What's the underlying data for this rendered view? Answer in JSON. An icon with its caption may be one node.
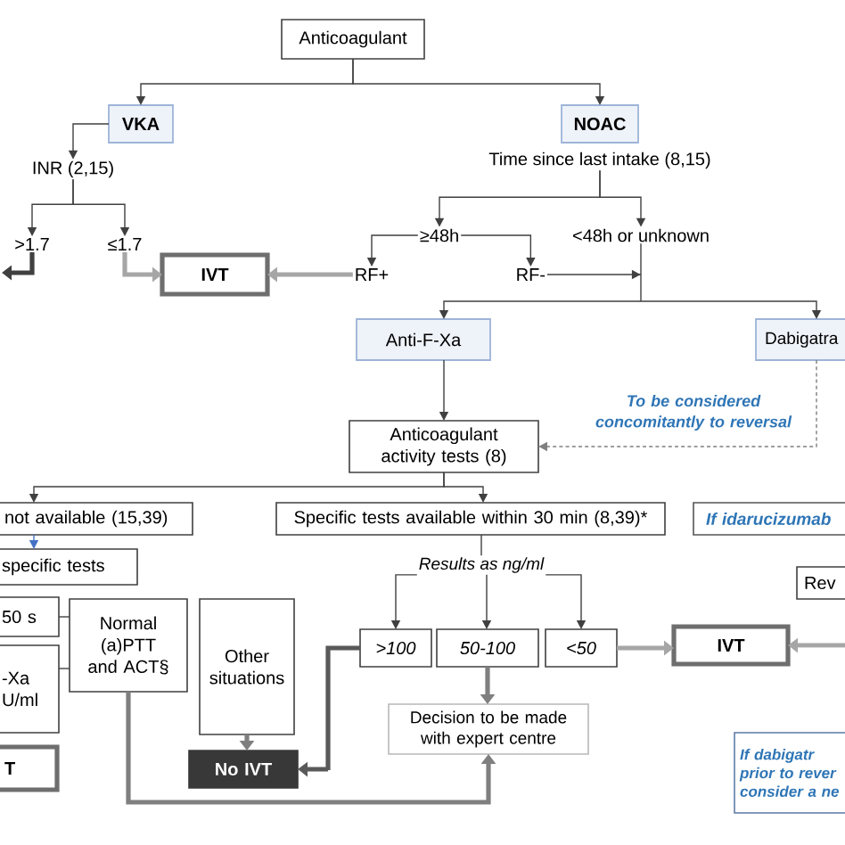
{
  "diagram": {
    "nodes": [
      {
        "text": [
          "Anticoagulant"
        ]
      },
      {
        "text": [
          "VKA"
        ]
      },
      {
        "text": [
          "NOAC"
        ]
      },
      {
        "text": [
          "INR (2,15)"
        ]
      },
      {
        "text": [
          "Time since last intake (8,15)"
        ]
      },
      {
        "text": [
          ">1.7"
        ]
      },
      {
        "text": [
          "≤1.7"
        ]
      },
      {
        "text": [
          "IVT"
        ]
      },
      {
        "text": [
          "≥48h"
        ]
      },
      {
        "text": [
          "<48h or unknown"
        ]
      },
      {
        "text": [
          "RF+"
        ]
      },
      {
        "text": [
          "RF-"
        ]
      },
      {
        "text": [
          "Anti-F-Xa"
        ]
      },
      {
        "text": [
          "Dabigatra"
        ]
      },
      {
        "text": [
          "Anticoagulant activity tests (8)"
        ]
      },
      {
        "text": [
          "not available (15,39)"
        ]
      },
      {
        "text": [
          "Specific tests available within 30 min (8,39)*"
        ]
      },
      {
        "text": [
          "If idarucizumab"
        ]
      },
      {
        "text": [
          "specific tests"
        ]
      },
      {
        "text": [
          "Results as ng/ml"
        ]
      },
      {
        "text": [
          "Rev"
        ]
      },
      {
        "text": [
          "50 s"
        ]
      },
      {
        "text": [
          "-Xa U/ml"
        ]
      },
      {
        "text": [
          "Normal (a)PTT and ACT§"
        ]
      },
      {
        "text": [
          "Other situations"
        ]
      },
      {
        "text": [
          ">100"
        ]
      },
      {
        "text": [
          "50-100"
        ]
      },
      {
        "text": [
          "<50"
        ]
      },
      {
        "text": [
          "IVT"
        ]
      },
      {
        "text": [
          "Decision to be made with expert centre"
        ]
      },
      {
        "text": [
          "If dabigatr prior to rever consider a ne"
        ]
      },
      {
        "text": [
          "T"
        ]
      },
      {
        "text": [
          "No IVT"
        ]
      }
    ],
    "edges": [
      {
        "from": 0,
        "to": 1,
        "arrow": "to"
      },
      {
        "from": 0,
        "to": 2,
        "arrow": "to"
      },
      {
        "from": 1,
        "to": 3,
        "arrow": "to"
      },
      {
        "from": 3,
        "to": 5,
        "arrow": "to"
      },
      {
        "from": 3,
        "to": 6,
        "arrow": "to"
      },
      {
        "from": 5,
        "to": null,
        "arrow": "to",
        "style": "thick",
        "color": "#404040"
      },
      {
        "from": 6,
        "to": 7,
        "arrow": "to",
        "style": "thick",
        "color": "#a6a6a6"
      },
      {
        "from": 4,
        "to": 8,
        "arrow": "to"
      },
      {
        "from": 4,
        "to": 9,
        "arrow": "to"
      },
      {
        "from": 8,
        "to": 10,
        "arrow": "to"
      },
      {
        "from": 8,
        "to": 11,
        "arrow": "to"
      },
      {
        "from": 10,
        "to": 7,
        "arrow": "to",
        "style": "thick",
        "color": "#a6a6a6"
      },
      {
        "from": 9,
        "to": 12,
        "arrow": "to"
      },
      {
        "from": 9,
        "to": 13,
        "arrow": "to"
      },
      {
        "from": 11,
        "to": 12,
        "arrow": "to"
      },
      {
        "from": 11,
        "to": 13,
        "arrow": "to"
      },
      {
        "from": 12,
        "to": 14,
        "arrow": "to"
      },
      {
        "from": 13,
        "to": 14,
        "arrow": "to",
        "style": "dashed",
        "color": "#7f7f7f",
        "label": "To be considered concomitantly to reversal"
      },
      {
        "from": 14,
        "to": 15,
        "arrow": "to"
      },
      {
        "from": 14,
        "to": 16,
        "arrow": "to"
      },
      {
        "from": 15,
        "to": 18,
        "arrow": "to",
        "color": "#4472c4"
      },
      {
        "from": 16,
        "to": 19,
        "arrow": "none"
      },
      {
        "from": 19,
        "to": 25,
        "arrow": "to"
      },
      {
        "from": 19,
        "to": 26,
        "arrow": "to"
      },
      {
        "from": 19,
        "to": 27,
        "arrow": "to"
      },
      {
        "from": 21,
        "to": 23,
        "arrow": "none"
      },
      {
        "from": 22,
        "to": 23,
        "arrow": "none"
      },
      {
        "from": 23,
        "to": 29,
        "arrow": "to",
        "style": "thick",
        "color": "#7f7f7f"
      },
      {
        "from": 24,
        "to": 32,
        "arrow": "to",
        "style": "thick",
        "color": "#7f7f7f"
      },
      {
        "from": 25,
        "to": 32,
        "arrow": "to",
        "style": "thick",
        "color": "#595959"
      },
      {
        "from": 26,
        "to": 29,
        "arrow": "to",
        "style": "thick",
        "color": "#7f7f7f"
      },
      {
        "from": 27,
        "to": 28,
        "arrow": "to",
        "style": "thick",
        "color": "#a6a6a6"
      },
      {
        "from": null,
        "to": 28,
        "arrow": "to",
        "style": "thick",
        "color": "#a6a6a6"
      }
    ]
  }
}
